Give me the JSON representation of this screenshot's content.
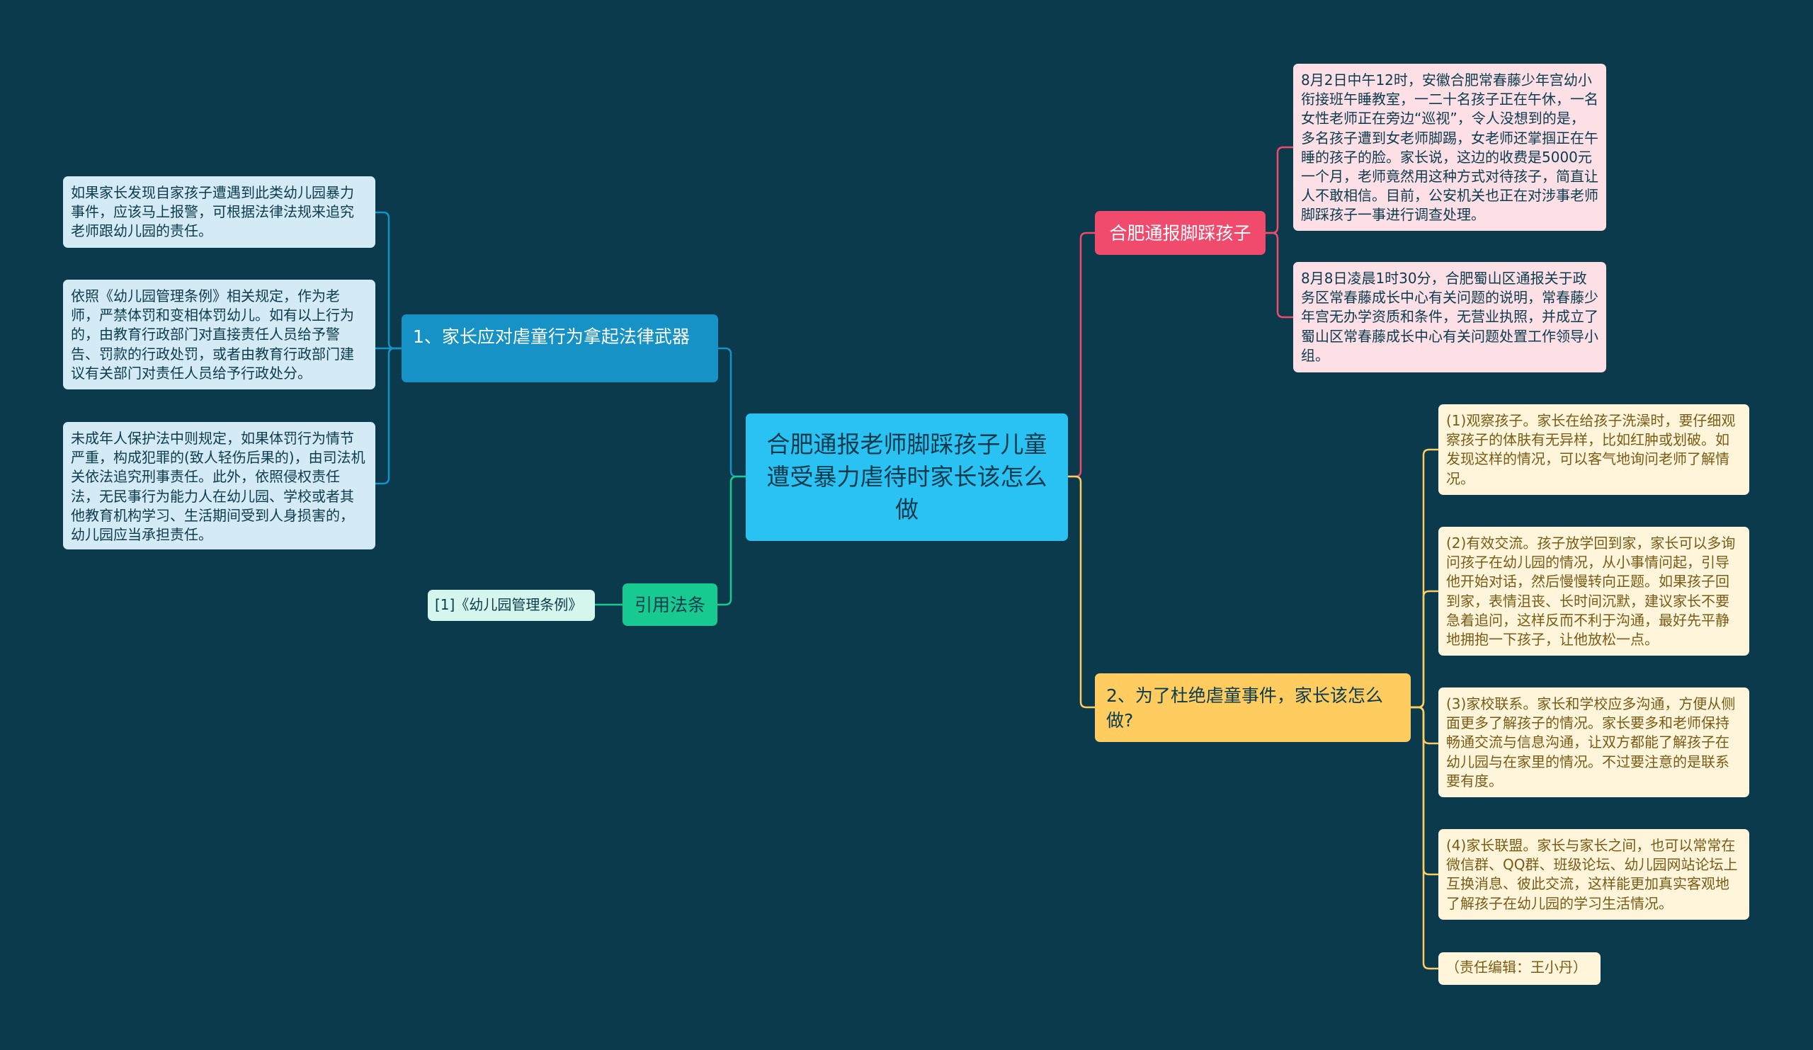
{
  "center": {
    "title": "合肥通报老师脚踩孩子儿童遭受暴力虐待时家长该怎么做"
  },
  "left": {
    "law_branch": {
      "label": "1、家长应对虐童行为拿起法律武器",
      "items": [
        "如果家长发现自家孩子遭遇到此类幼儿园暴力事件，应该马上报警，可根据法律法规来追究老师跟幼儿园的责任。",
        "依照《幼儿园管理条例》相关规定，作为老师，严禁体罚和变相体罚幼儿。如有以上行为的，由教育行政部门对直接责任人员给予警告、罚款的行政处罚，或者由教育行政部门建议有关部门对责任人员给予行政处分。",
        "未成年人保护法中则规定，如果体罚行为情节严重，构成犯罪的(致人轻伤后果的)，由司法机关依法追究刑事责任。此外，依照侵权责任法，无民事行为能力人在幼儿园、学校或者其他教育机构学习、生活期间受到人身损害的，幼儿园应当承担责任。"
      ]
    },
    "cite_branch": {
      "label": "引用法条",
      "items": [
        "[1]《幼儿园管理条例》"
      ]
    }
  },
  "right": {
    "report_branch": {
      "label": "合肥通报脚踩孩子",
      "items": [
        "8月2日中午12时，安徽合肥常春藤少年宫幼小衔接班午睡教室，一二十名孩子正在午休，一名女性老师正在旁边“巡视”，令人没想到的是，多名孩子遭到女老师脚踢，女老师还掌掴正在午睡的孩子的脸。家长说，这边的收费是5000元一个月，老师竟然用这种方式对待孩子，简直让人不敢相信。目前，公安机关也正在对涉事老师脚踩孩子一事进行调查处理。",
        "8月8日凌晨1时30分，合肥蜀山区通报关于政务区常春藤成长中心有关问题的说明，常春藤少年宫无办学资质和条件，无营业执照，并成立了蜀山区常春藤成长中心有关问题处置工作领导小组。"
      ]
    },
    "prevent_branch": {
      "label": "2、为了杜绝虐童事件，家长该怎么做?",
      "items": [
        "(1)观察孩子。家长在给孩子洗澡时，要仔细观察孩子的体肤有无异样，比如红肿或划破。如发现这样的情况，可以客气地询问老师了解情况。",
        "(2)有效交流。孩子放学回到家，家长可以多询问孩子在幼儿园的情况，从小事情问起，引导他开始对话，然后慢慢转向正题。如果孩子回到家，表情沮丧、长时间沉默，建议家长不要急着追问，这样反而不利于沟通，最好先平静地拥抱一下孩子，让他放松一点。",
        "(3)家校联系。家长和学校应多沟通，方便从侧面更多了解孩子的情况。家长要多和老师保持畅通交流与信息沟通，让双方都能了解孩子在幼儿园与在家里的情况。不过要注意的是联系要有度。",
        "(4)家长联盟。家长与家长之间，也可以常常在微信群、QQ群、班级论坛、幼儿园网站论坛上互换消息、彼此交流，这样能更加真实客观地了解孩子在幼儿园的学习生活情况。",
        "（责任编辑：王小丹）"
      ]
    }
  },
  "colors": {
    "background": "#0a3a4b",
    "center": "#2ac2f3",
    "blue": "#1692c6",
    "green": "#17ca8f",
    "red": "#f04a6d",
    "yellow": "#fecc5f"
  }
}
